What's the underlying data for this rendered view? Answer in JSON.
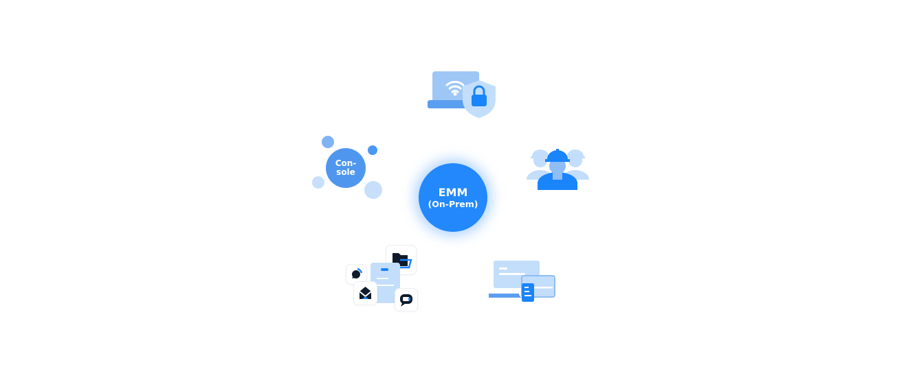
{
  "diagram": {
    "hub": {
      "title": "EMM",
      "subtitle": "(On-Prem)"
    },
    "console": {
      "line1": "Con-",
      "line2": "sole"
    },
    "nodes": [
      {
        "id": "network-security",
        "icon": "laptop-wifi-shield-lock-icon"
      },
      {
        "id": "workforce",
        "icon": "hardhat-workers-icon"
      },
      {
        "id": "devices",
        "icon": "laptop-tablet-phone-icon"
      },
      {
        "id": "apps",
        "icon": "app-tiles-icon"
      },
      {
        "id": "console",
        "icon": "console-bubbles-icon"
      }
    ],
    "colors": {
      "primary": "#2288fb",
      "light": "#c3defb",
      "mid": "#8fbdf5",
      "dark": "#0f1a2b"
    }
  }
}
